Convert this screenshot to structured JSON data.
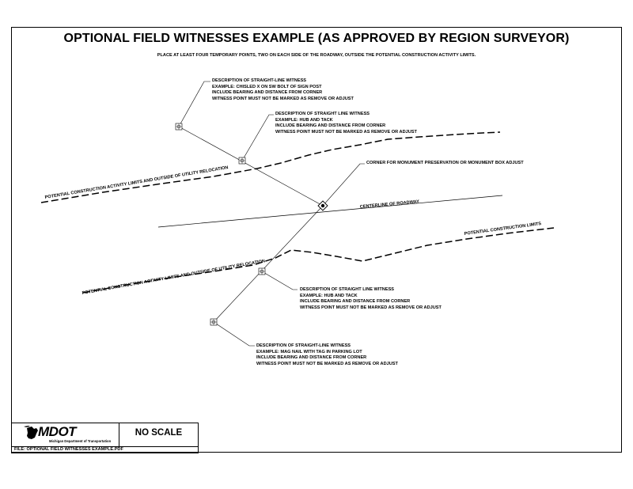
{
  "header": {
    "title": "OPTIONAL FIELD WITNESSES EXAMPLE (AS APPROVED BY REGION SURVEYOR)",
    "instruction": "PLACE AT LEAST FOUR TEMPORARY  POINTS, TWO ON EACH SIDE OF THE ROADWAY, OUTSIDE THE POTENTIAL CONSTRUCTION ACTIVITY LIMITS."
  },
  "drawing": {
    "limits_label_upper": "POTENTIAL CONSTRUCTION ACTIVITY LIMITS AND OUTSIDE OF UTILITY RELOCATION",
    "limits_label_lower": "POTENTIAL CONSTRUCTION ACTIVITY LIMITS AND OUTSIDE OF UTILITY RELOCATION",
    "limits_label_right": "POTENTIAL CONSTRUCTION LIMITS",
    "centerline_label": "CENTERLINE OF ROADWAY",
    "corner_label": "CORNER FOR MONUMENT PRESERVATION OR MONUMENT BOX ADJUST"
  },
  "notes": {
    "witness_1": {
      "line1": "DESCRIPTION OF STRAIGHT-LINE WITNESS",
      "line2": "EXAMPLE: CHISLED X ON SW BOLT OF SIGN POST",
      "line3": "INCLUDE BEARING AND DISTANCE FROM CORNER",
      "line4": "WITNESS POINT MUST NOT BE MARKED AS REMOVE OR ADJUST"
    },
    "witness_2": {
      "line1": "DESCRIPTION OF STRAIGHT LINE WITNESS",
      "line2": "EXAMPLE: HUB AND TACK",
      "line3": "INCLUDE BEARING AND DISTANCE FROM CORNER",
      "line4": "WITNESS POINT MUST NOT BE MARKED AS REMOVE OR ADJUST"
    },
    "witness_3": {
      "line1": "DESCRIPTION OF STRAIGHT LINE WITNESS",
      "line2": "EXAMPLE: HUB AND TACK",
      "line3": "INCLUDE BEARING AND DISTANCE FROM CORNER",
      "line4": "WITNESS POINT MUST NOT BE MARKED AS REMOVE OR ADJUST"
    },
    "witness_4": {
      "line1": "DESCRIPTION OF STRAIGHT-LINE WITNESS",
      "line2": "EXAMPLE: MAG NAIL WITH TAG IN PARKING LOT",
      "line3": "INCLUDE BEARING AND DISTANCE FROM CORNER",
      "line4": "WITNESS POINT MUST NOT BE MARKED AS REMOVE OR ADJUST"
    }
  },
  "title_block": {
    "logo_text": "MDOT",
    "logo_tagline": "Michigan Department of Transportation",
    "scale": "NO SCALE",
    "file": "FILE: OPTIONAL FIELD WITNESSES EXAMPLE.PDF"
  }
}
